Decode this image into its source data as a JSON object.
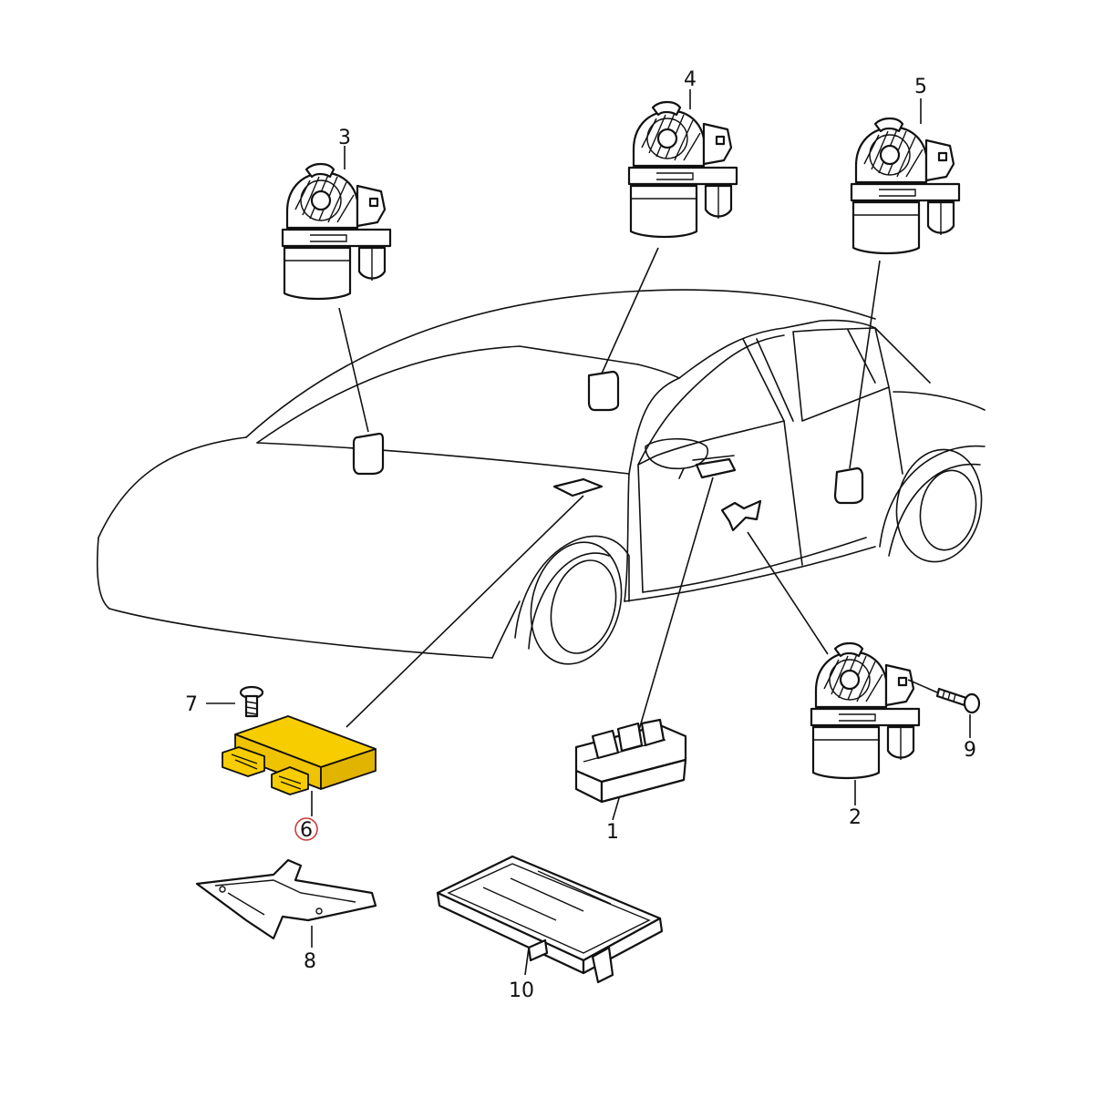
{
  "diagram": {
    "callouts": [
      {
        "id": "1",
        "label": "1"
      },
      {
        "id": "2",
        "label": "2"
      },
      {
        "id": "3",
        "label": "3"
      },
      {
        "id": "4",
        "label": "4"
      },
      {
        "id": "5",
        "label": "5"
      },
      {
        "id": "6",
        "label": "6",
        "highlighted": true
      },
      {
        "id": "7",
        "label": "7"
      },
      {
        "id": "8",
        "label": "8"
      },
      {
        "id": "9",
        "label": "9"
      },
      {
        "id": "10",
        "label": "10"
      }
    ],
    "colors": {
      "line": "#111111",
      "highlight_part": "#f7cd00",
      "highlight_ring": "#d23a3a",
      "background": "#ffffff"
    }
  }
}
